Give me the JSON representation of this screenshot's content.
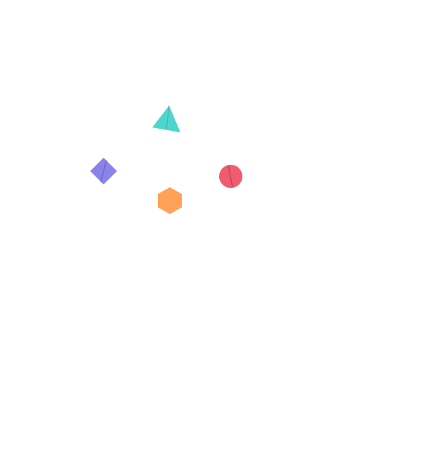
{
  "canvas": {
    "background": "#ffffff"
  },
  "shapes": [
    {
      "id": "triangle",
      "kind": "triangle-icon",
      "color": "#4fd6cc",
      "rotation_deg": 12
    },
    {
      "id": "diamond",
      "kind": "diamond-icon",
      "color": "#8a84ea",
      "rotation_deg": 45
    },
    {
      "id": "circle",
      "kind": "circle-icon",
      "color": "#f25a6e",
      "rotation_deg": 0
    },
    {
      "id": "hexagon",
      "kind": "hexagon-icon",
      "color": "#ffa257",
      "rotation_deg": 0
    }
  ]
}
